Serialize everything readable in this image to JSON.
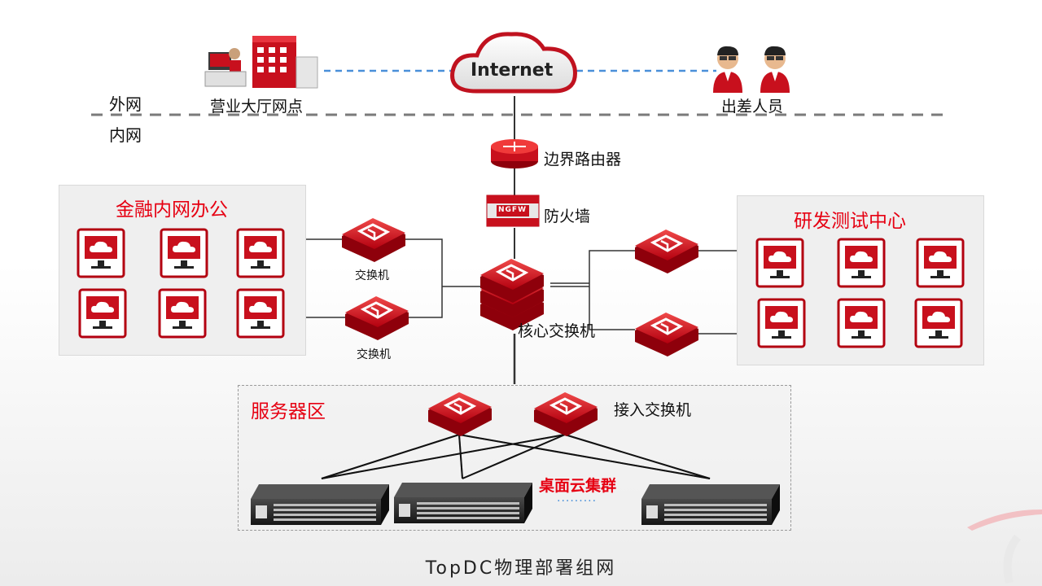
{
  "top": {
    "internet": "Internet",
    "branch_label": "营业大厅网点",
    "travel_label": "出差人员",
    "outer_net": "外网",
    "inner_net": "内网"
  },
  "core": {
    "router_label": "边界路由器",
    "firewall_label": "防火墙",
    "firewall_badge": "NGFW",
    "core_switch_label": "核心交换机"
  },
  "finance": {
    "title": "金融内网办公",
    "switch_label_1": "交换机",
    "switch_label_2": "交换机"
  },
  "rnd": {
    "title": "研发测试中心"
  },
  "server_zone": {
    "title": "服务器区",
    "access_switch_label": "接入交换机",
    "cluster_label": "桌面云集群",
    "ellipsis": "·········"
  },
  "footer": {
    "caption": "TopDC物理部署组网"
  },
  "colors": {
    "accent_red": "#e60012",
    "link_blue": "#4a90d9",
    "dashed_gray": "#7a7a7a"
  }
}
